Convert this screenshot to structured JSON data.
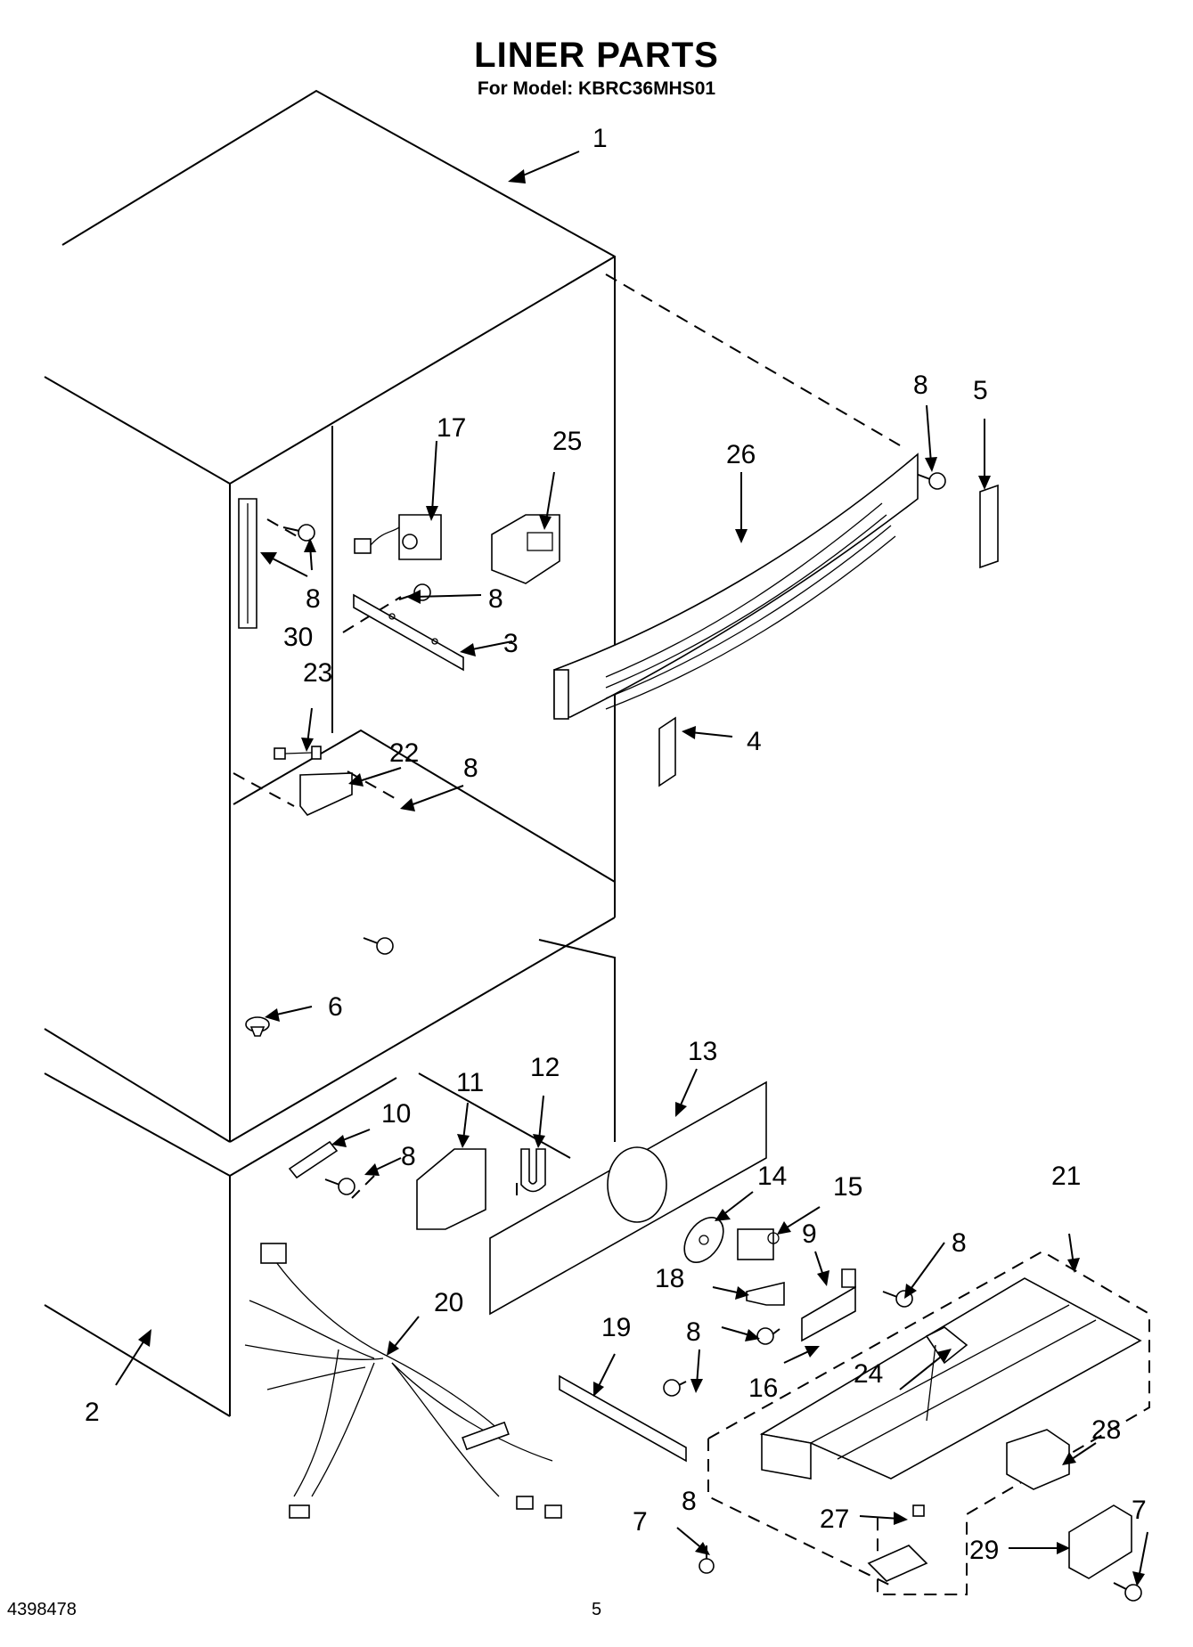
{
  "header": {
    "title": "LINER PARTS",
    "subtitle": "For Model: KBRC36MHS01"
  },
  "footer": {
    "document_number": "4398478",
    "page_number": "5"
  },
  "callouts": [
    "1",
    "2",
    "3",
    "4",
    "5",
    "6",
    "7",
    "7",
    "8",
    "8",
    "8",
    "8",
    "8",
    "8",
    "8",
    "8",
    "9",
    "10",
    "11",
    "12",
    "13",
    "14",
    "15",
    "16",
    "17",
    "18",
    "19",
    "20",
    "21",
    "22",
    "23",
    "24",
    "25",
    "26",
    "27",
    "28",
    "29",
    "30"
  ]
}
